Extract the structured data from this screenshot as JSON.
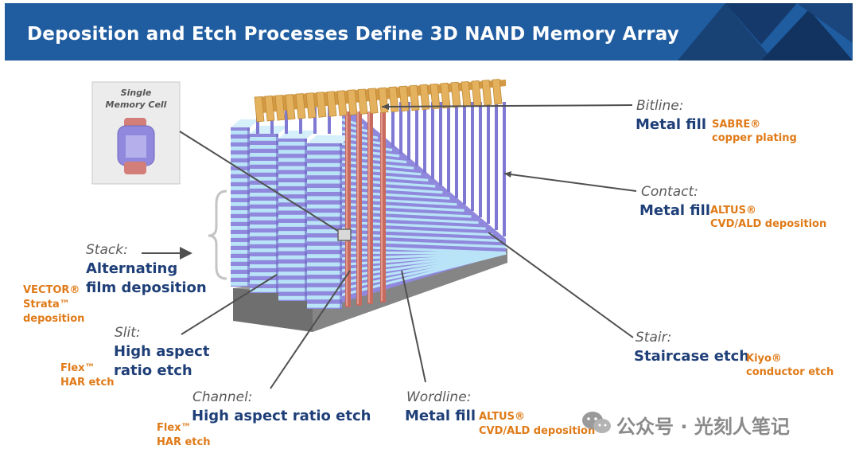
{
  "title": "Deposition and Etch Processes Define 3D NAND Memory Array",
  "colors": {
    "banner": "#1f5ca0",
    "label_blue": "#1f3f78",
    "label_orange": "#e07a17",
    "stack_light": "#b9e4f8",
    "stack_purple": "#8f88dc",
    "channel": "#c96a5e",
    "bitline": "#e4b25e"
  },
  "cell_inset": {
    "caption_1": "Single",
    "caption_2": "Memory Cell"
  },
  "labels": {
    "bitline": {
      "name": "Bitline:",
      "process": "Metal fill",
      "tool": "SABRE®",
      "tool_desc": "copper plating"
    },
    "contact": {
      "name": "Contact:",
      "process": "Metal fill",
      "tool": "ALTUS®",
      "tool_desc": "CVD/ALD deposition"
    },
    "stack": {
      "name": "Stack:",
      "process_1": "Alternating",
      "process_2": "film deposition",
      "tool_1": "VECTOR®",
      "tool_2": "Strata™",
      "tool_3": "deposition"
    },
    "slit": {
      "name": "Slit:",
      "process_1": "High aspect",
      "process_2": "ratio etch",
      "tool_1": "Flex™",
      "tool_2": "HAR etch"
    },
    "channel": {
      "name": "Channel:",
      "process": "High aspect ratio etch",
      "tool_1": "Flex™",
      "tool_2": "HAR etch"
    },
    "wordline": {
      "name": "Wordline:",
      "process": "Metal fill",
      "tool": "ALTUS®",
      "tool_desc": "CVD/ALD deposition"
    },
    "stair": {
      "name": "Stair:",
      "process": "Staircase etch",
      "tool": "Kiyo®",
      "tool_desc": "conductor etch"
    }
  },
  "watermark": {
    "icon": "wechat-icon",
    "text": "公众号 · 光刻人笔记"
  }
}
